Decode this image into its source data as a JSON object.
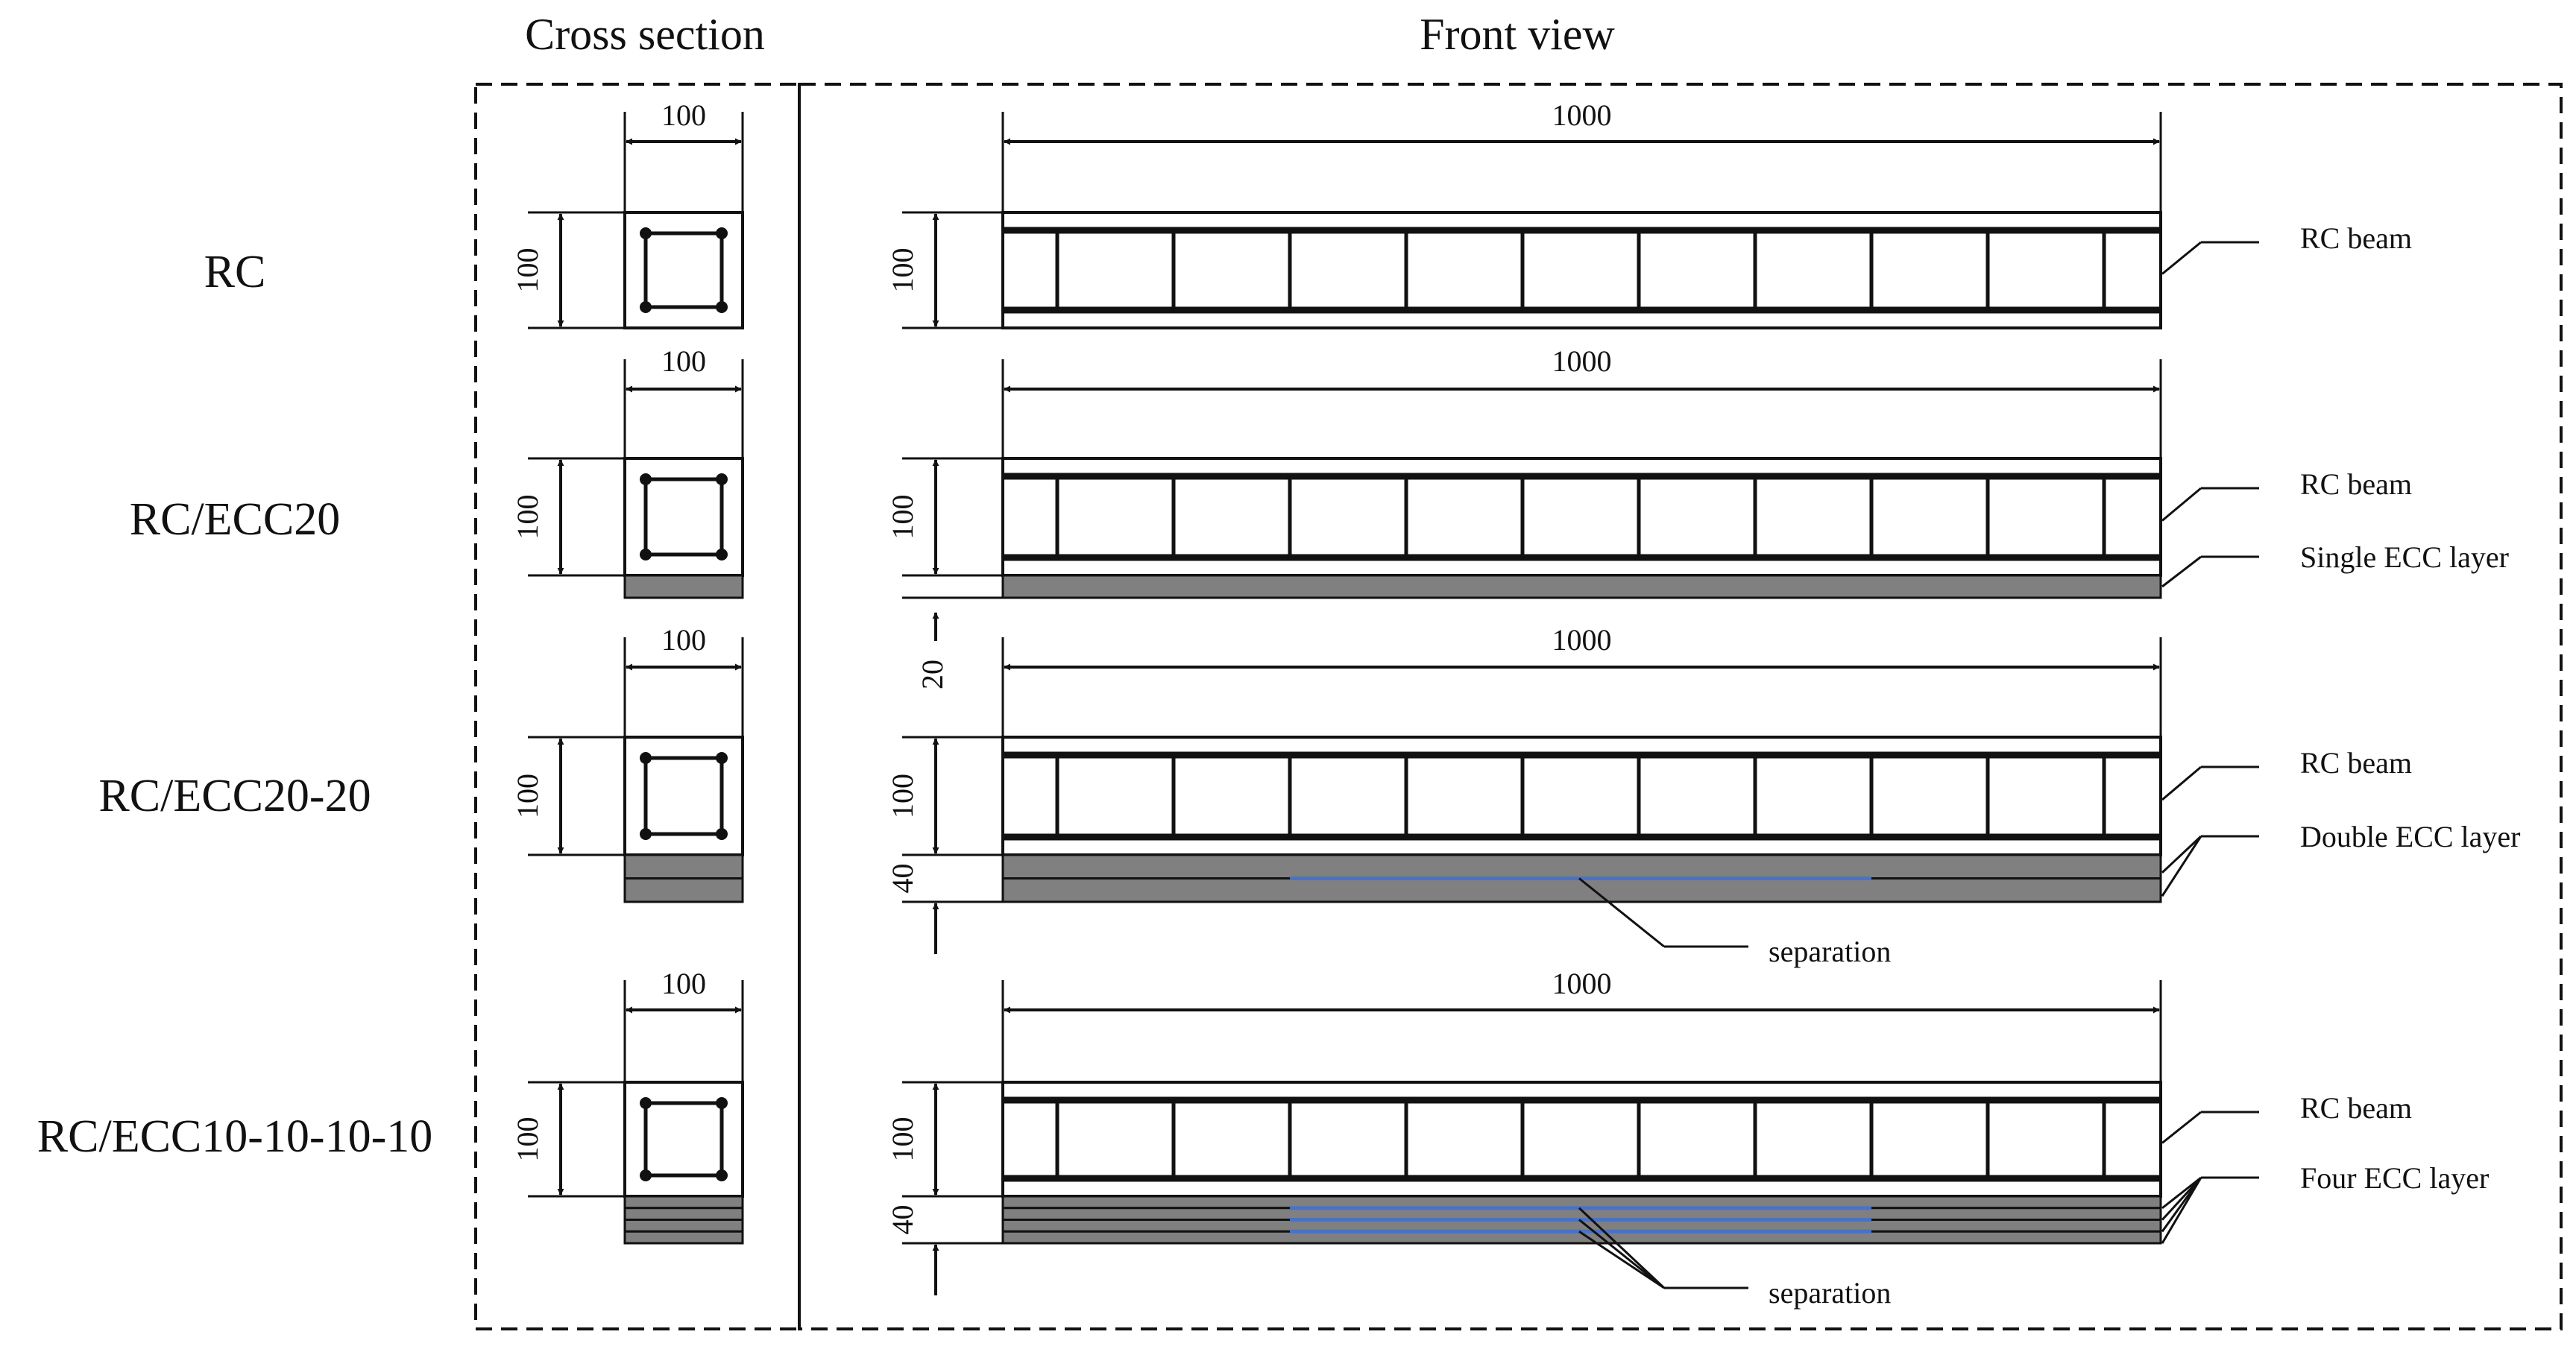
{
  "headers": {
    "cross_section": "Cross section",
    "front_view": "Front view"
  },
  "specimens": [
    {
      "name": "RC",
      "width_label": "100",
      "height_label": "100",
      "length_label": "1000",
      "ecc_layers": 0,
      "separated": false,
      "extra_dim_label": "",
      "labels": [
        "RC beam"
      ]
    },
    {
      "name": "RC/ECC20",
      "width_label": "100",
      "height_label": "100",
      "length_label": "1000",
      "ecc_layers": 1,
      "separated": false,
      "extra_dim_label": "20",
      "labels": [
        "RC beam",
        "Single ECC layer"
      ]
    },
    {
      "name": "RC/ECC20-20",
      "width_label": "100",
      "height_label": "100",
      "length_label": "1000",
      "ecc_layers": 2,
      "separated": true,
      "extra_dim_label": "40",
      "labels": [
        "RC beam",
        "Double ECC layer"
      ],
      "separation_label": "separation"
    },
    {
      "name": "RC/ECC10-10-10-10",
      "width_label": "100",
      "height_label": "100",
      "length_label": "1000",
      "ecc_layers": 4,
      "separated": true,
      "extra_dim_label": "40",
      "labels": [
        "RC beam",
        "Four ECC layer"
      ],
      "separation_label": "separation"
    }
  ],
  "colors": {
    "ecc": "#808080",
    "separation": "#4a72c4",
    "line": "#111111"
  }
}
